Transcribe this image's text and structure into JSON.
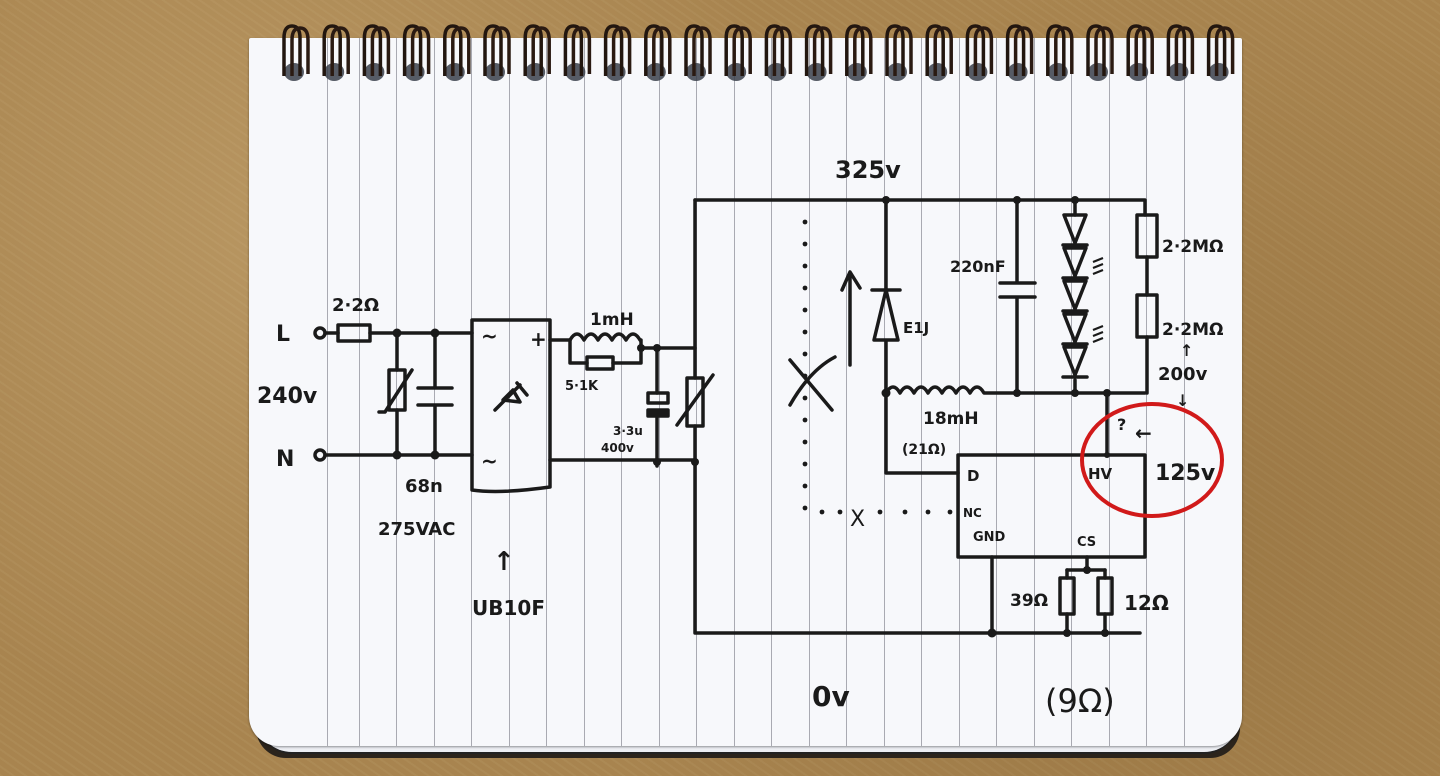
{
  "diagram": {
    "title": "Handwritten LED driver schematic",
    "colors": {
      "background": "#a8844f",
      "paper": "#f7f8fb",
      "ink": "#1a1a1a",
      "highlight": "#d11a1a"
    },
    "inputs": {
      "line_label": "L",
      "neutral_label": "N",
      "mains_voltage": "240v"
    },
    "components": {
      "input_resistor": "2·2Ω",
      "varistor_cap": "68n",
      "varistor_cap_rating": "275VAC",
      "bridge_pins": {
        "ac1": "~",
        "ac2": "~",
        "plus": "+"
      },
      "bridge_part": "UB10F",
      "filter_inductor": "1mH",
      "damping_resistor": "5·1K",
      "bulk_cap_value": "3·3u",
      "bulk_cap_rating": "400v",
      "flyback_diode": "E1J",
      "output_cap": "220nF",
      "output_inductor": "18mH",
      "output_inductor_resistance": "(21Ω)",
      "divider_resistor_top": "2·2MΩ",
      "divider_resistor_bottom": "2·2MΩ",
      "sense_resistor_a": "39Ω",
      "sense_resistor_b": "12Ω",
      "sense_parallel_total": "(9Ω)"
    },
    "ic": {
      "pin_d": "D",
      "pin_nc": "NC",
      "pin_gnd": "GND",
      "pin_cs": "CS",
      "pin_hv": "HV"
    },
    "annotations": {
      "rail_high": "325v",
      "rail_low": "0v",
      "divider_voltage": "200v",
      "hv_question": "?",
      "hv_voltage": "125v",
      "arrow_up": "↑",
      "arrow_down": "↓",
      "arrow_left": "←",
      "cross_mark": "X"
    },
    "led_count": 5
  }
}
